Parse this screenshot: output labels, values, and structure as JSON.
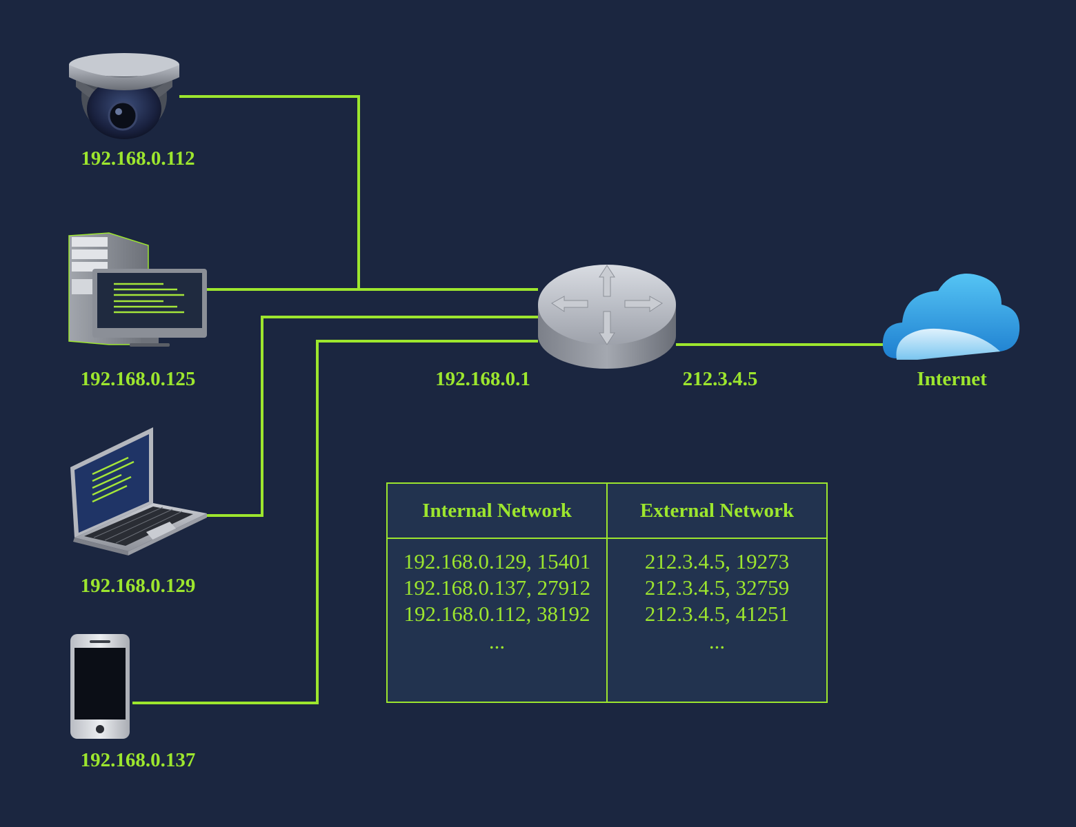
{
  "colors": {
    "background": "#1b2640",
    "accent": "#9de62e",
    "table_fill": "#22334f"
  },
  "devices": [
    {
      "name": "camera",
      "icon": "security-camera-icon",
      "ip": "192.168.0.112"
    },
    {
      "name": "desktop",
      "icon": "desktop-computer-icon",
      "ip": "192.168.0.125"
    },
    {
      "name": "laptop",
      "icon": "laptop-icon",
      "ip": "192.168.0.129"
    },
    {
      "name": "phone",
      "icon": "smartphone-icon",
      "ip": "192.168.0.137"
    }
  ],
  "router": {
    "icon": "router-icon",
    "internal_ip": "192.168.0.1",
    "external_ip": "212.3.4.5"
  },
  "internet": {
    "icon": "cloud-icon",
    "label": "Internet"
  },
  "nat_table": {
    "headers": [
      "Internal Network",
      "External Network"
    ],
    "internal": [
      "192.168.0.129, 15401",
      "192.168.0.137, 27912",
      "192.168.0.112, 38192"
    ],
    "external": [
      "212.3.4.5, 19273",
      "212.3.4.5, 32759",
      "212.3.4.5, 41251"
    ],
    "ellipsis": "..."
  }
}
